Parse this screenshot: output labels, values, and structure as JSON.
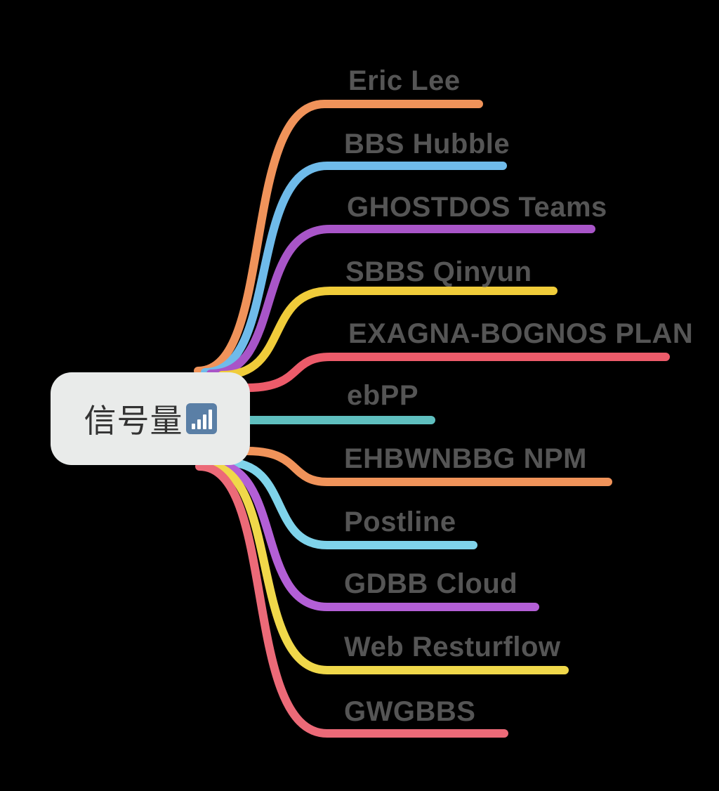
{
  "root": {
    "label": "信号量",
    "icon": "signal-strength-icon",
    "background": "#e9ebea"
  },
  "branches": [
    {
      "label": "Eric Lee",
      "color": "#f0935a"
    },
    {
      "label": "BBS Hubble",
      "color": "#6fbbea"
    },
    {
      "label": "GHOSTDOS Teams",
      "color": "#a855c8"
    },
    {
      "label": "SBBS Qinyun",
      "color": "#f0cc3a"
    },
    {
      "label": "EXAGNA-BOGNOS PLAN",
      "color": "#ec5b6a"
    },
    {
      "label": "ebPP",
      "color": "#5fbfbf"
    },
    {
      "label": "EHBWNBBG NPM",
      "color": "#f0935a"
    },
    {
      "label": "Postline",
      "color": "#7fd3ea"
    },
    {
      "label": "GDBB Cloud",
      "color": "#b35fd6"
    },
    {
      "label": "Web Resturflow",
      "color": "#f0d84a"
    },
    {
      "label": "GWGBBS",
      "color": "#ec6a78"
    }
  ]
}
